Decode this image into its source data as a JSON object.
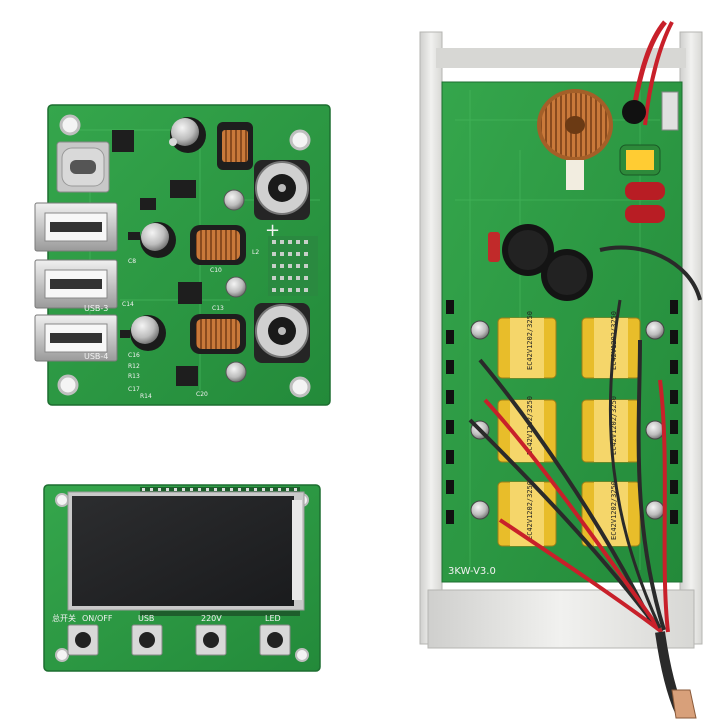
{
  "usb_board": {
    "silk_labels": {
      "usb3": "USB-3",
      "usb4": "USB-4",
      "r12": "R12",
      "r13": "R13",
      "r14": "R14",
      "c16": "C16",
      "c17": "C17",
      "c20": "C20",
      "c8": "C8",
      "c10": "C10",
      "c13": "C13",
      "c14": "C14",
      "l2": "L2",
      "plus": "+"
    }
  },
  "display_board": {
    "button_labels": {
      "power_switch": "总开关",
      "on_off": "ON/OFF",
      "usb": "USB",
      "v220": "220V",
      "led": "LED"
    }
  },
  "inverter_board": {
    "version_text": "3KW-V3.0",
    "capacitor_text": "EC42V1202/3250"
  },
  "colors": {
    "pcb_green": "#2f9a45",
    "pcb_dark": "#1f7a35",
    "heatsink": "#e4e4e2",
    "copper": "#c9793a",
    "wire_red": "#c8202a",
    "wire_black": "#2a2a2a"
  }
}
